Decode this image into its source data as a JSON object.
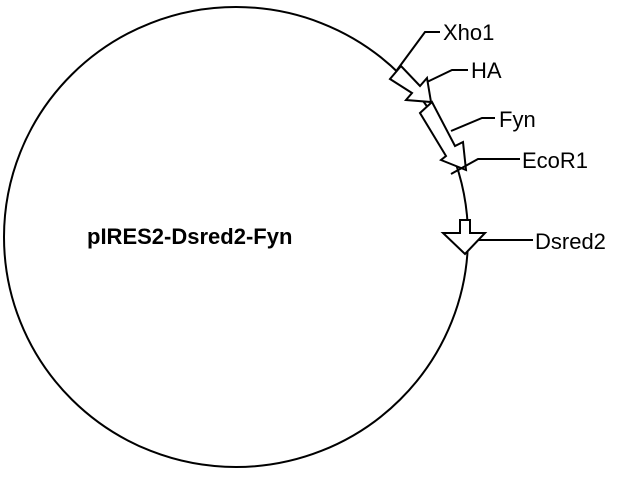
{
  "plasmid": {
    "name": "pIRES2-Dsred2-Fyn"
  },
  "features": [
    {
      "id": "xho1",
      "label": "Xho1"
    },
    {
      "id": "ha",
      "label": "HA"
    },
    {
      "id": "fyn",
      "label": "Fyn"
    },
    {
      "id": "ecor1",
      "label": "EcoR1"
    },
    {
      "id": "dsred2",
      "label": "Dsred2"
    }
  ],
  "colors": {
    "stroke": "#000000",
    "background": "#ffffff"
  }
}
